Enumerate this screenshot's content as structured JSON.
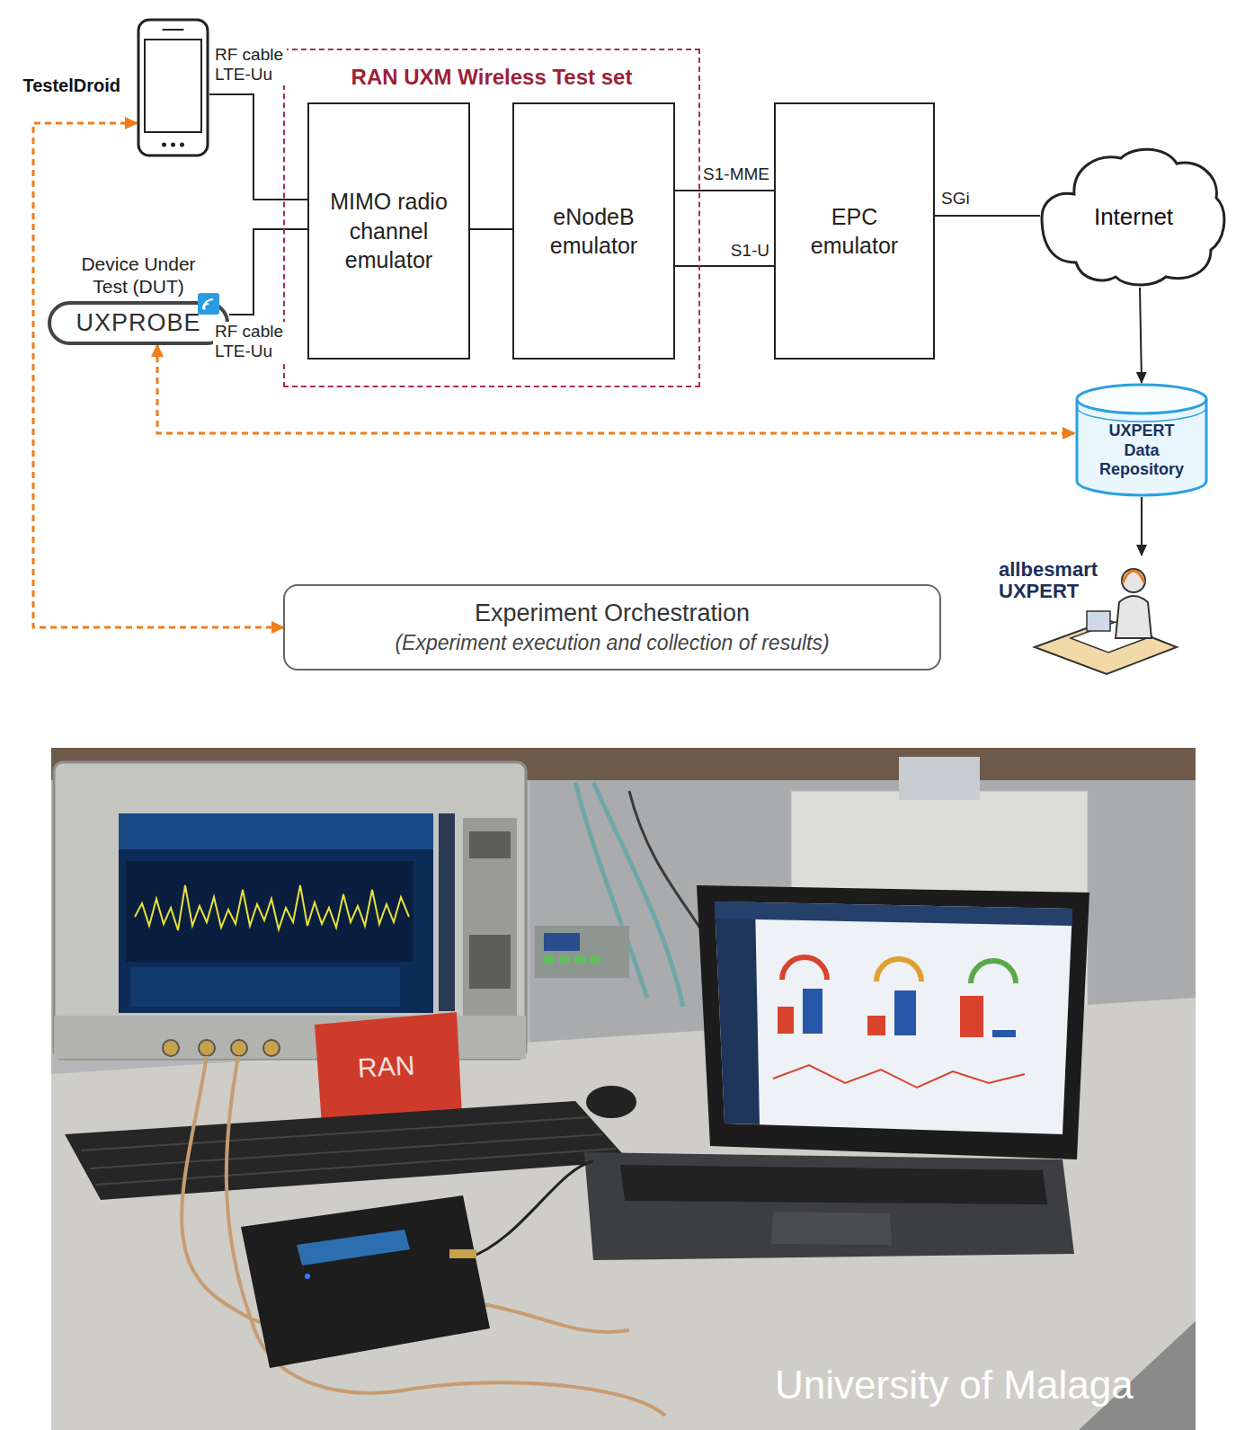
{
  "diagram": {
    "nodes": [
      {
        "text": [
          "TestelDroid"
        ]
      },
      {
        "text": [
          "RAN UXM Wireless Test set"
        ]
      },
      {
        "text": [
          "MIMO radio channel emulator"
        ],
        "in": 1
      },
      {
        "text": [
          "eNodeB emulator"
        ],
        "in": 1
      },
      {
        "text": [
          "EPC emulator"
        ]
      },
      {
        "text": [
          "Internet"
        ]
      },
      {
        "text": [
          "Device Under Test (DUT)",
          "UXPROBE"
        ]
      },
      {
        "text": [
          "UXPERT Data Repository"
        ]
      },
      {
        "text": [
          "allbesmart UXPERT"
        ]
      },
      {
        "text": [
          "Experiment Orchestration",
          "(Experiment execution and collection of results)"
        ]
      }
    ],
    "edges": [
      {
        "from": 0,
        "to": 2,
        "label": "RF cable LTE-Uu",
        "arrow": "none"
      },
      {
        "from": 6,
        "to": 2,
        "label": "RF cable LTE-Uu",
        "arrow": "none"
      },
      {
        "from": 2,
        "to": 3,
        "arrow": "none"
      },
      {
        "from": 3,
        "to": 4,
        "label": "S1-MME",
        "arrow": "none"
      },
      {
        "from": 3,
        "to": 4,
        "label": "S1-U",
        "arrow": "none"
      },
      {
        "from": 4,
        "to": 5,
        "label": "SGi",
        "arrow": "none"
      },
      {
        "from": 5,
        "to": 7,
        "arrow": "to"
      },
      {
        "from": 7,
        "to": 8,
        "arrow": "to"
      },
      {
        "from": 9,
        "to": 0,
        "arrow": "both"
      },
      {
        "from": 6,
        "to": 7,
        "arrow": "both"
      }
    ],
    "labels": [
      "RAN",
      "University of Malaga"
    ]
  }
}
